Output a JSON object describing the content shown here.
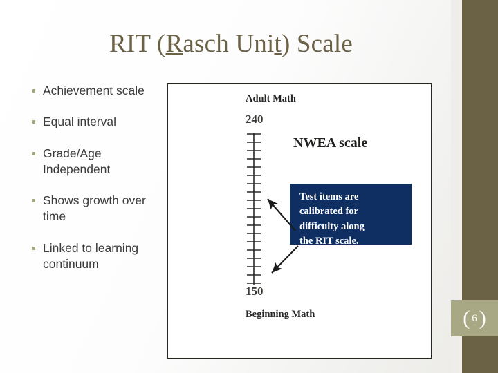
{
  "slide": {
    "title_full": "RIT (Rasch Unit) Scale",
    "title_part_1": "RIT (",
    "title_underline_1": "R",
    "title_part_2": "asch Uni",
    "title_underline_2": "t",
    "title_part_3": ") Scale",
    "page_number": "6",
    "bracket_left": "(",
    "bracket_right": ")",
    "accent_olive": "#6b6246",
    "plate_olive": "#a9a884",
    "bullet_marker_color": "#a4a57f",
    "callout_blue": "#0f2f63",
    "box_border_color": "#272724"
  },
  "bullets": [
    {
      "text": "Achievement scale"
    },
    {
      "text": "Equal interval"
    },
    {
      "text": "Grade/Age Independent"
    },
    {
      "text": "Shows growth over time"
    },
    {
      "text": "Linked to learning continuum"
    }
  ],
  "diagram": {
    "top_label": "Adult Math",
    "top_value": "240",
    "bottom_value": "150",
    "bottom_label": "Beginning Math",
    "scale_name": "NWEA scale",
    "tick_count": 19,
    "callout_lines": [
      "Test items are",
      "calibrated for",
      "difficulty along",
      "the RIT scale."
    ]
  },
  "chart_data": {
    "type": "scale-ruler",
    "title": "RIT (Rasch Unit) Scale",
    "orientation": "vertical",
    "axis_min": 150,
    "axis_max": 240,
    "min_label": "150",
    "max_label": "240",
    "min_anchor_text": "Beginning Math",
    "max_anchor_text": "Adult Math",
    "tick_count": 19,
    "tick_interval": 5,
    "series_name": "NWEA scale",
    "annotations": [
      {
        "text": "NWEA scale",
        "points_to": "ruler"
      },
      {
        "text": "Test items are calibrated for difficulty along the RIT scale.",
        "points_to": "ruler"
      }
    ],
    "grid": false,
    "legend": "none"
  }
}
